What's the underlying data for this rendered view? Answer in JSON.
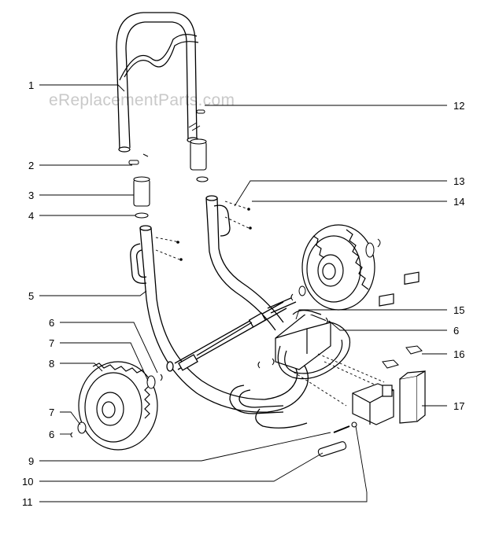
{
  "watermark": "eReplacementParts.com",
  "callouts": {
    "c1": "1",
    "c2": "2",
    "c3": "3",
    "c4": "4",
    "c5": "5",
    "c6a": "6",
    "c7a": "7",
    "c8": "8",
    "c7b": "7",
    "c6b": "6",
    "c9": "9",
    "c10": "10",
    "c11": "11",
    "c12": "12",
    "c13": "13",
    "c14": "14",
    "c15": "15",
    "c6c": "6",
    "c16": "16",
    "c17": "17"
  }
}
